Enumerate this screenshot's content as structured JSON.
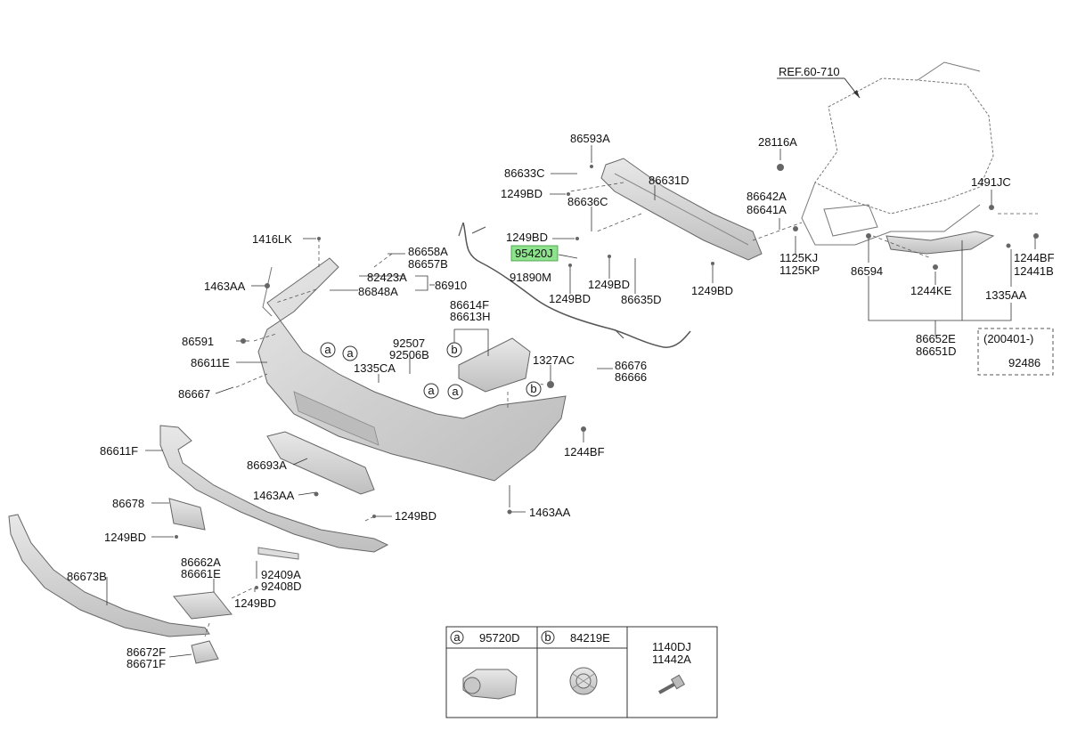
{
  "parts": {
    "ref_60_710": "REF.60-710",
    "p86593A": "86593A",
    "p86633C": "86633C",
    "p1249BD_a": "1249BD",
    "p86631D": "86631D",
    "p86636C": "86636C",
    "p1249BD_b": "1249BD",
    "p95420J": "95420J",
    "p91890M": "91890M",
    "p1249BD_c": "1249BD",
    "p1249BD_d": "1249BD",
    "p86635D": "86635D",
    "p1249BD_e": "1249BD",
    "p86642A": "86642A",
    "p86641A": "86641A",
    "p28116A": "28116A",
    "p1125KJ": "1125KJ",
    "p1125KP": "1125KP",
    "p86594": "86594",
    "p1244KE": "1244KE",
    "p1491JC": "1491JC",
    "p1244BF_a": "1244BF",
    "p12441B": "12441B",
    "p1335AA": "1335AA",
    "p86652E": "86652E",
    "p86651D": "86651D",
    "p200401": "(200401-)",
    "p92486": "92486",
    "p1416LK": "1416LK",
    "p86658A": "86658A",
    "p86657B": "86657B",
    "p82423A": "82423A",
    "p86910": "86910",
    "p86848A": "86848A",
    "p1463AA_a": "1463AA",
    "p86591": "86591",
    "p86611E": "86611E",
    "p86667": "86667",
    "p92507": "92507",
    "p92506B": "92506B",
    "p1335CA": "1335CA",
    "p86614F": "86614F",
    "p86613H": "86613H",
    "p1327AC": "1327AC",
    "p86676": "86676",
    "p86666": "86666",
    "p1244BF_b": "1244BF",
    "p86611F": "86611F",
    "p86693A": "86693A",
    "p1463AA_b": "1463AA",
    "p1463AA_c": "1463AA",
    "p86678": "86678",
    "p1249BD_f": "1249BD",
    "p1249BD_g": "1249BD",
    "p86662A": "86662A",
    "p86661E": "86661E",
    "p92409A": "92409A",
    "p92408D": "92408D",
    "p1249BD_h": "1249BD",
    "p86673B": "86673B",
    "p86672F": "86672F",
    "p86671F": "86671F"
  },
  "callouts": {
    "a": "a",
    "b": "b"
  },
  "legend": {
    "col_a_letter": "a",
    "col_a_part": "95720D",
    "col_b_letter": "b",
    "col_b_part": "84219E",
    "col_c_part1": "1140DJ",
    "col_c_part2": "11442A"
  },
  "colors": {
    "highlight": "#8ee28e",
    "part_fill": "#d9d9d9",
    "part_stroke": "#555555"
  }
}
